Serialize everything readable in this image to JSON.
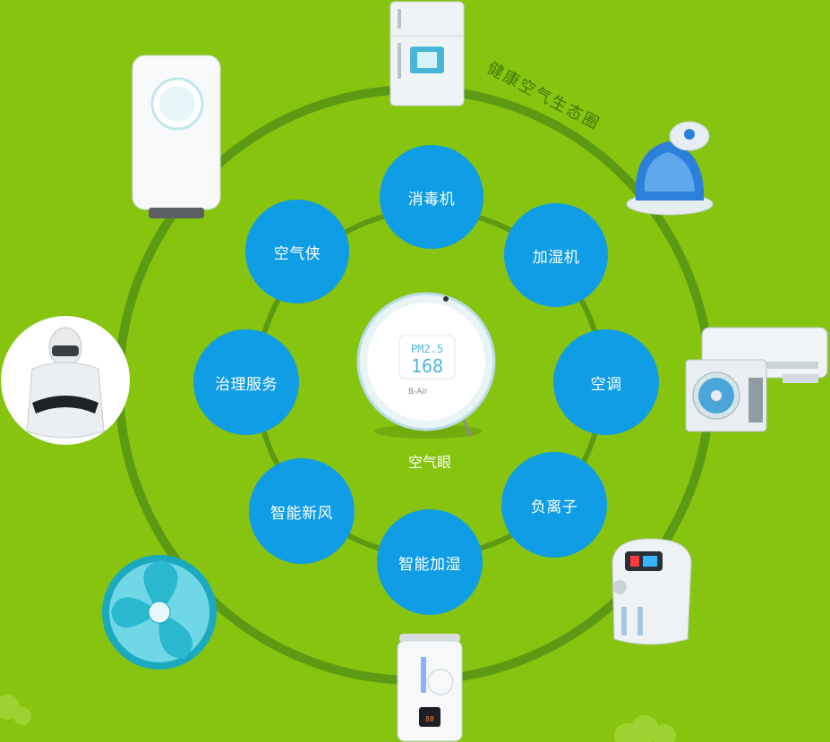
{
  "center_device": {
    "label": "空气眼",
    "display_line1": "PM2.5",
    "display_line2": "168",
    "brand": "B-Air"
  },
  "ring_label": "健康空气生态圈",
  "inner_services": [
    {
      "label": "消毒机"
    },
    {
      "label": "加湿机"
    },
    {
      "label": "空调"
    },
    {
      "label": "负离子"
    },
    {
      "label": "智能加湿"
    },
    {
      "label": "智能新风"
    },
    {
      "label": "治理服务"
    },
    {
      "label": "空气侠"
    }
  ],
  "outer_devices": [
    {
      "icon": "refrigerator-icon"
    },
    {
      "icon": "humidifier-icon"
    },
    {
      "icon": "air-conditioner-icon"
    },
    {
      "icon": "oxygen-concentrator-icon"
    },
    {
      "icon": "tower-humidifier-icon"
    },
    {
      "icon": "fan-icon"
    },
    {
      "icon": "hazmat-worker-icon"
    },
    {
      "icon": "air-purifier-icon"
    }
  ],
  "colors": {
    "background": "#86c40f",
    "ring": "#5c9a14",
    "bubble": "#0f9de6",
    "text": "#ffffff"
  }
}
